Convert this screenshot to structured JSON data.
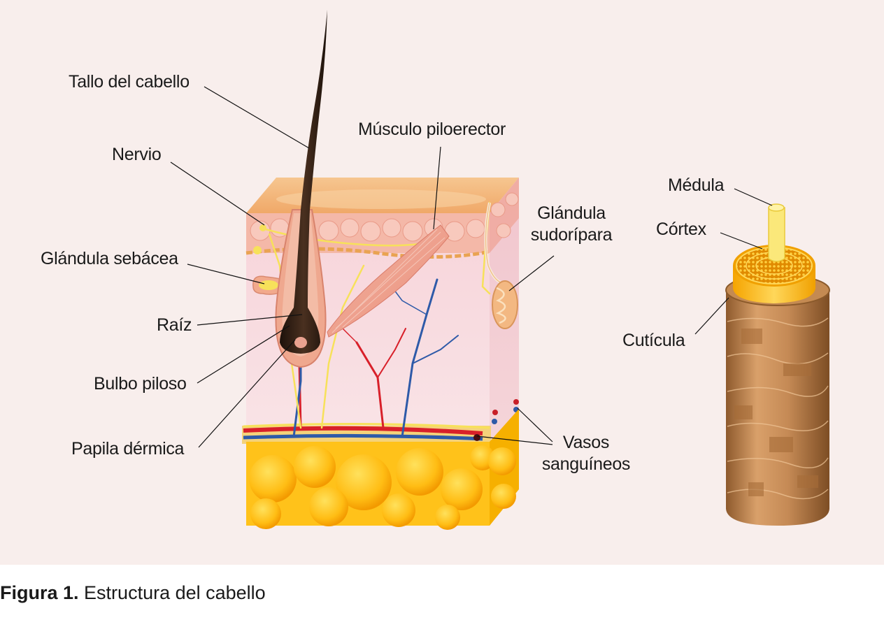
{
  "labels": {
    "tallo": "Tallo del cabello",
    "nervio": "Nervio",
    "sebacea": "Glándula sebácea",
    "raiz": "Raíz",
    "bulbo": "Bulbo piloso",
    "papila": "Papila dérmica",
    "musculo": "Músculo piloerector",
    "sudoripara_1": "Glándula",
    "sudoripara_2": "sudorípara",
    "vasos_1": "Vasos",
    "vasos_2": "sanguíneos",
    "medula": "Médula",
    "cortex": "Córtex",
    "cuticula": "Cutícula"
  },
  "caption": {
    "number": "Figura 1.",
    "text": "Estructura del cabello"
  },
  "colors": {
    "background": "#f8eeec",
    "hair": "#2e1d12",
    "fat": "#ffc21a",
    "epidermis": "#f3b77e",
    "dermis": "#f6cfd6",
    "artery": "#d8202a",
    "vein": "#2e5aa8",
    "nerve": "#f7e15a",
    "cuticle": "#b9834e"
  }
}
